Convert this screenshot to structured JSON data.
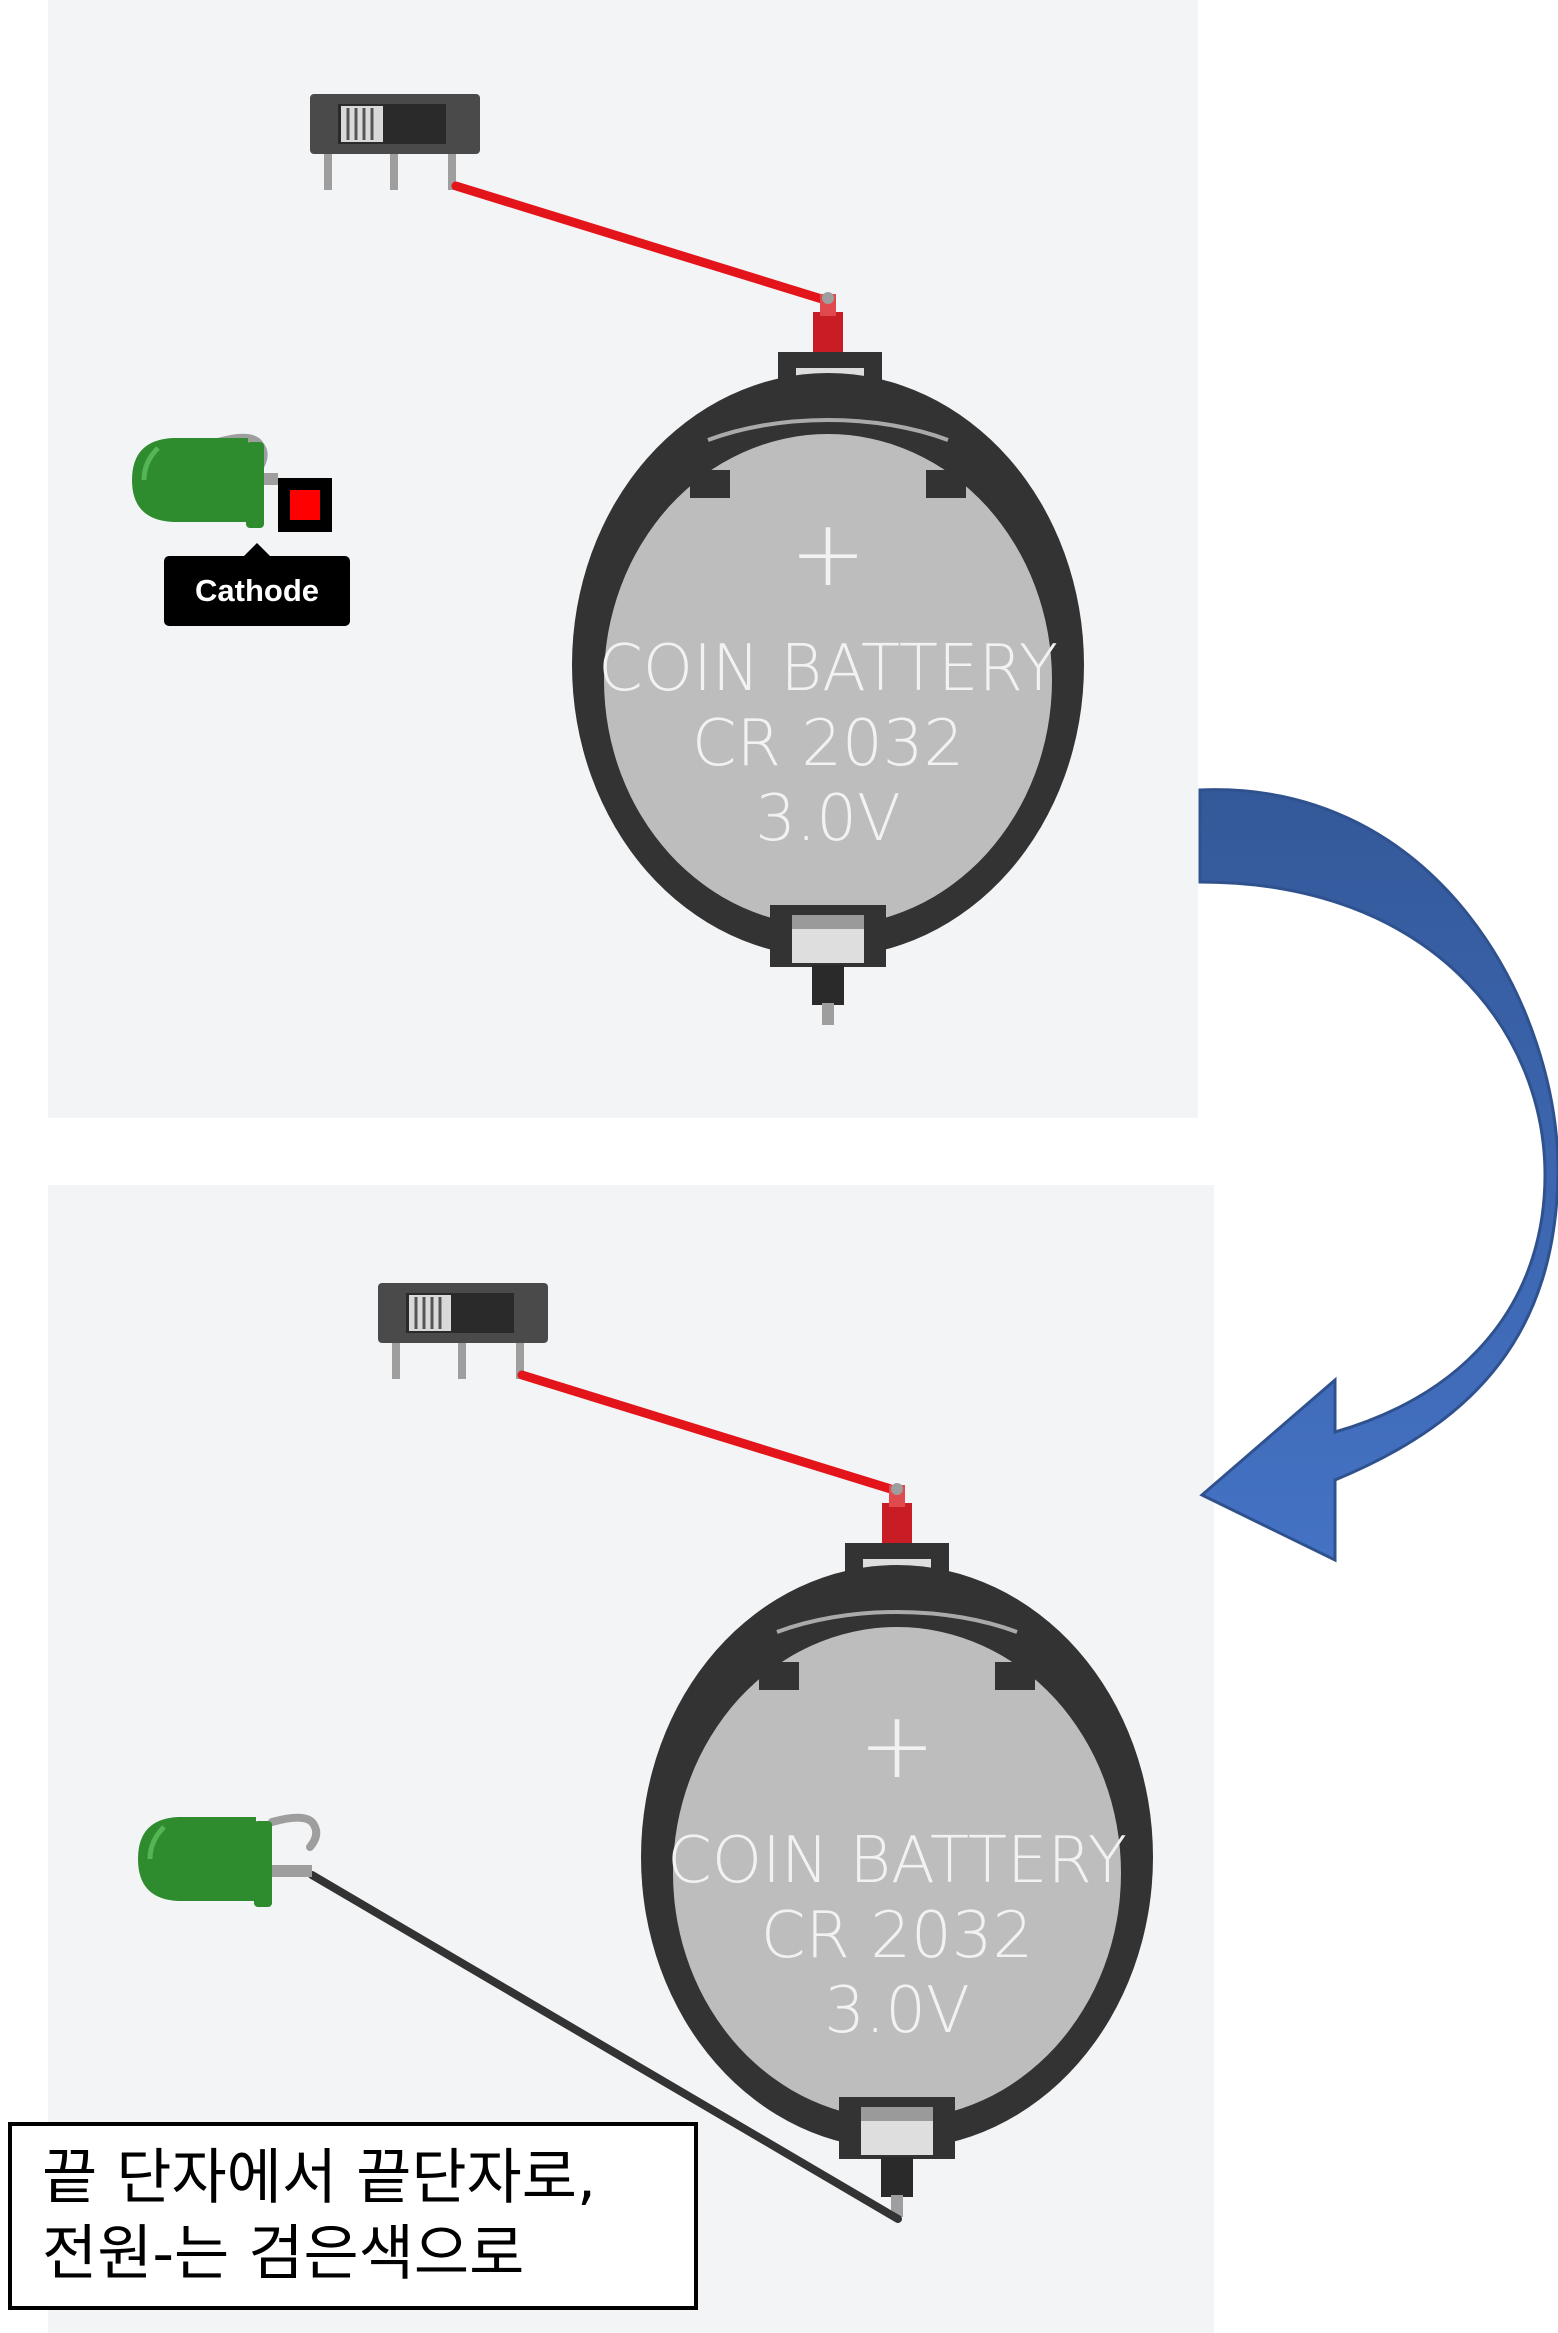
{
  "top_panel": {
    "battery": {
      "plus": "+",
      "line1": "COIN BATTERY",
      "line2": "CR 2032",
      "line3": "3.0V"
    },
    "tooltip": "Cathode"
  },
  "bottom_panel": {
    "battery": {
      "plus": "+",
      "line1": "COIN BATTERY",
      "line2": "CR 2032",
      "line3": "3.0V"
    }
  },
  "note": {
    "line1": "끝 단자에서 끝단자로,",
    "line2": "전원-는 검은색으로"
  },
  "colors": {
    "canvas": "#f3f4f6",
    "battery_rim": "#333333",
    "battery_face": "#bdbdbd",
    "wire_red": "#e3151b",
    "wire_black": "#333333",
    "led": "#2e8b2e",
    "pin_highlight": "#ff0000",
    "arrow": "#4472c4"
  }
}
